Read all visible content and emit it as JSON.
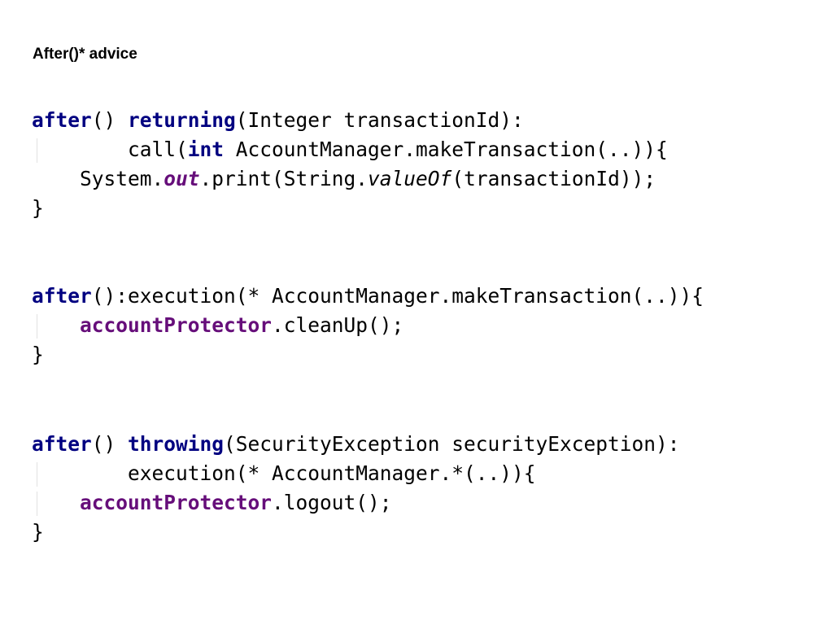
{
  "slide": {
    "title": "After()* advice"
  },
  "blocks": [
    {
      "lines": [
        {
          "tokens": [
            {
              "t": "after",
              "c": "kw"
            },
            {
              "t": "() ",
              "c": "plain"
            },
            {
              "t": "returning",
              "c": "kw"
            },
            {
              "t": "(Integer transactionId):",
              "c": "plain"
            }
          ]
        },
        {
          "guide": true,
          "tokens": [
            {
              "t": "        call(",
              "c": "plain"
            },
            {
              "t": "int",
              "c": "kw"
            },
            {
              "t": " AccountManager.makeTransaction(..)){",
              "c": "plain"
            }
          ]
        },
        {
          "tokens": [
            {
              "t": "    System.",
              "c": "plain"
            },
            {
              "t": "out",
              "c": "field-italic"
            },
            {
              "t": ".print(String.",
              "c": "plain"
            },
            {
              "t": "valueOf",
              "c": "method-italic"
            },
            {
              "t": "(transactionId));",
              "c": "plain"
            }
          ]
        },
        {
          "tokens": [
            {
              "t": "}",
              "c": "plain"
            }
          ]
        }
      ]
    },
    {
      "lines": [
        {
          "tokens": [
            {
              "t": "after",
              "c": "kw"
            },
            {
              "t": "():execution(* AccountManager.makeTransaction(..)){",
              "c": "plain"
            }
          ]
        },
        {
          "guide": true,
          "tokens": [
            {
              "t": "    ",
              "c": "plain"
            },
            {
              "t": "accountProtector",
              "c": "field"
            },
            {
              "t": ".cleanUp();",
              "c": "plain"
            }
          ]
        },
        {
          "tokens": [
            {
              "t": "}",
              "c": "plain"
            }
          ]
        }
      ]
    },
    {
      "lines": [
        {
          "tokens": [
            {
              "t": "after",
              "c": "kw"
            },
            {
              "t": "() ",
              "c": "plain"
            },
            {
              "t": "throwing",
              "c": "kw"
            },
            {
              "t": "(SecurityException securityException):",
              "c": "plain"
            }
          ]
        },
        {
          "guide": true,
          "tokens": [
            {
              "t": "        execution(* AccountManager.*(..)){",
              "c": "plain"
            }
          ]
        },
        {
          "guide": true,
          "tokens": [
            {
              "t": "    ",
              "c": "plain"
            },
            {
              "t": "accountProtector",
              "c": "field"
            },
            {
              "t": ".logout();",
              "c": "plain"
            }
          ]
        },
        {
          "tokens": [
            {
              "t": "}",
              "c": "plain"
            }
          ]
        }
      ]
    }
  ],
  "colors": {
    "keyword": "#000080",
    "field": "#660e7a",
    "text": "#000000",
    "background": "#ffffff"
  }
}
